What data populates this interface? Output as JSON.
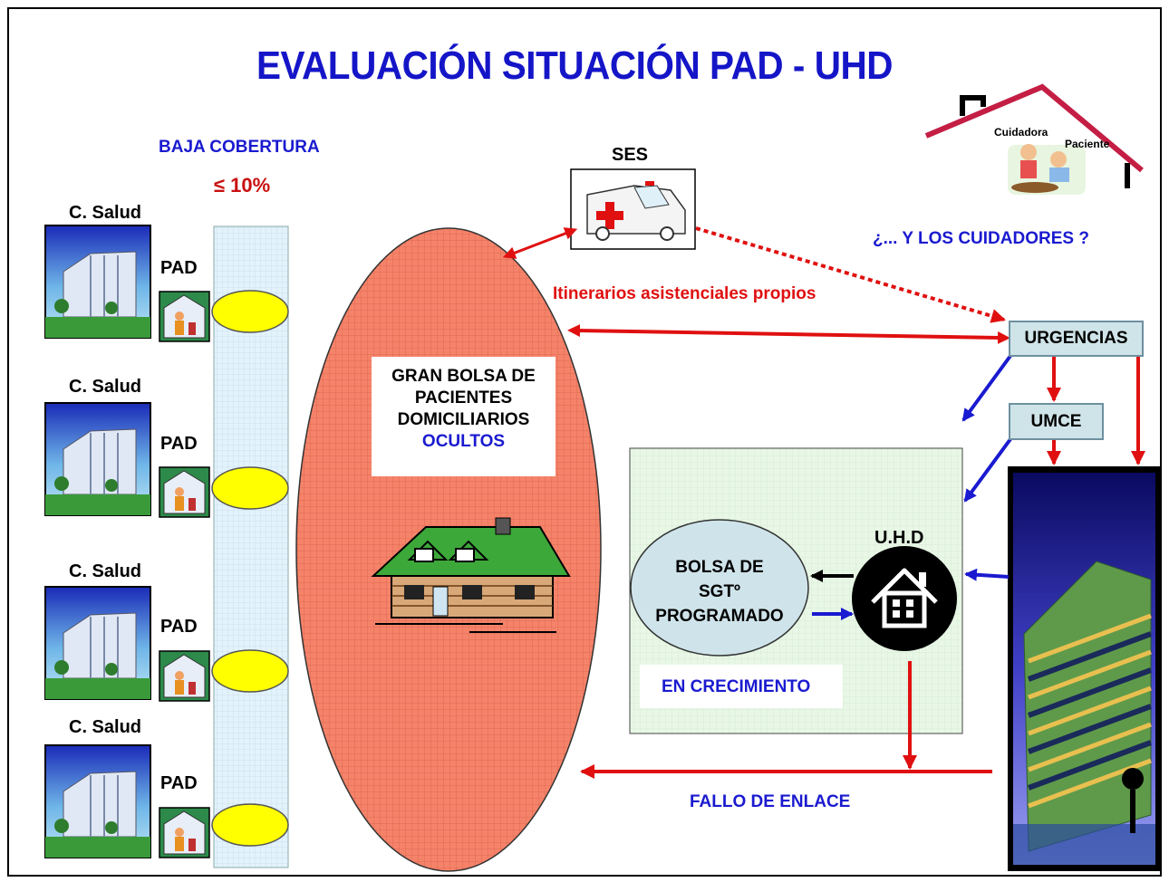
{
  "title": "EVALUACIÓN  SITUACIÓN PAD - UHD",
  "coverage": {
    "label": "BAJA COBERTURA",
    "value": "≤ 10%"
  },
  "centers": [
    {
      "name": "C. Salud",
      "pad": "PAD"
    },
    {
      "name": "C. Salud",
      "pad": "PAD"
    },
    {
      "name": "C. Salud",
      "pad": "PAD"
    },
    {
      "name": "C. Salud",
      "pad": "PAD"
    }
  ],
  "ses": "SES",
  "itinerarios": "Itinerarios asistenciales propios",
  "gran_bolsa": {
    "lines": [
      "GRAN BOLSA DE",
      "PACIENTES",
      "DOMICILIARIOS"
    ],
    "hidden": "OCULTOS"
  },
  "house_caption": {
    "cuidadora": "Cuidadora",
    "paciente": "Paciente"
  },
  "cuidadores_question": "¿... Y LOS CUIDADORES ?",
  "urgencias": "URGENCIAS",
  "umce": "UMCE",
  "uhd": "U.H.D",
  "bolsa_sgt": {
    "lines": [
      "BOLSA DE",
      "SGTº",
      "PROGRAMADO"
    ]
  },
  "en_crecimiento": "EN CRECIMIENTO",
  "fallo_enlace": "FALLO  DE ENLACE",
  "colors": {
    "title_blue": "#1515c8",
    "red": "#e01010",
    "oval_fill": "#f5836a",
    "green_zone": "#e6f6e4",
    "label_box": "#cfe4e8"
  }
}
